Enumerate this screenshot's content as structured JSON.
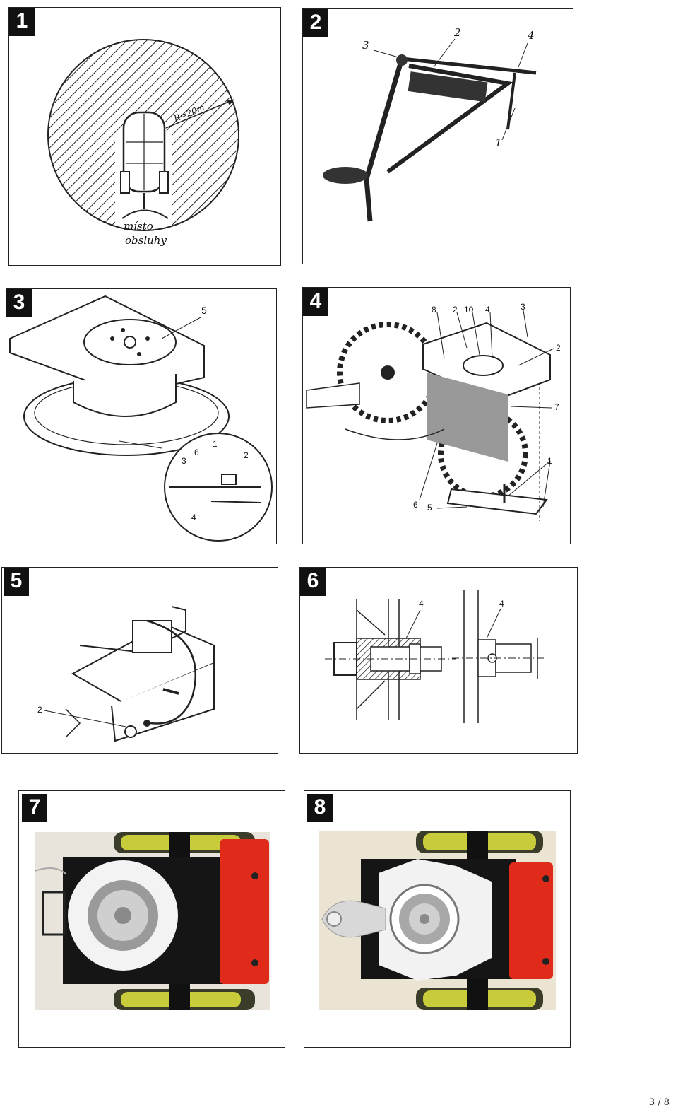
{
  "panels": [
    {
      "number": "1",
      "caption_line1": "místo",
      "caption_line2": "obsluhy",
      "radius_label": "R=20m"
    },
    {
      "number": "2",
      "labels": [
        "3",
        "2",
        "4",
        "1"
      ]
    },
    {
      "number": "3",
      "labels": [
        "5",
        "6",
        "1",
        "2",
        "3",
        "4"
      ]
    },
    {
      "number": "4",
      "labels": [
        "8",
        "2",
        "10",
        "4",
        "3",
        "2",
        "7",
        "1",
        "6",
        "5"
      ]
    },
    {
      "number": "5",
      "labels": [
        "2"
      ]
    },
    {
      "number": "6",
      "labels": [
        "4",
        "4"
      ]
    },
    {
      "number": "7"
    },
    {
      "number": "8"
    }
  ],
  "page_number": "3 / 8"
}
